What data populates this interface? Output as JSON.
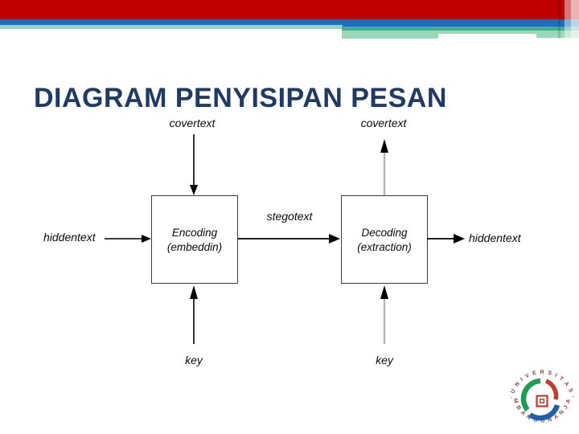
{
  "slide": {
    "title": "DIAGRAM PENYISIPAN PESAN"
  },
  "diagram": {
    "encoding_box": {
      "line1": "Encoding",
      "line2": "(embeddin)"
    },
    "decoding_box": {
      "line1": "Decoding",
      "line2": "(extraction)"
    },
    "labels": {
      "covertext_left": "covertext",
      "covertext_right": "covertext",
      "hiddentext_left": "hiddentext",
      "hiddentext_right": "hiddentext",
      "stegotext": "stegotext",
      "key_left": "key",
      "key_right": "key"
    }
  },
  "logo": {
    "arc_top": "· U N I V E R S I T A S ·",
    "arc_bottom": "P E M B A N G U N A N  J A Y A"
  },
  "colors": {
    "bar_red": "#c00000",
    "bar_blue": "#1c6fb8",
    "bar_teal": "#45ae8c",
    "bar_green_light": "#97d7b5",
    "title_navy": "#1f3a63",
    "arrow_black": "#000000",
    "arrow_gray": "#b5b5b5",
    "logo_green": "#1e9c50",
    "logo_blue": "#1f5fa8",
    "logo_red": "#c23b2e",
    "logo_text": "#8a4444"
  }
}
